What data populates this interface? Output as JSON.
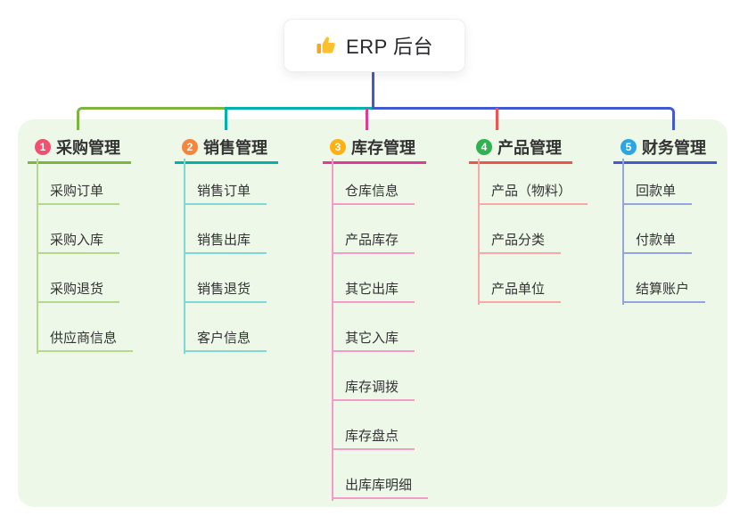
{
  "root": {
    "label": "ERP 后台",
    "icon": "thumbs-up-icon",
    "connector_color": "#4459d0"
  },
  "panel": {
    "background": "#edf8e9"
  },
  "branches": [
    {
      "number": "1",
      "label": "采购管理",
      "color": "#7db53f",
      "light_color": "#b5d98c",
      "circle_color": "#f2506e",
      "children": [
        "采购订单",
        "采购入库",
        "采购退货",
        "供应商信息"
      ]
    },
    {
      "number": "2",
      "label": "销售管理",
      "color": "#00b2a9",
      "light_color": "#7fd9d2",
      "circle_color": "#f7863c",
      "children": [
        "销售订单",
        "销售出库",
        "销售退货",
        "客户信息"
      ]
    },
    {
      "number": "3",
      "label": "库存管理",
      "color": "#e23a97",
      "light_color": "#f49cc8",
      "circle_color": "#ffb112",
      "children": [
        "仓库信息",
        "产品库存",
        "其它出库",
        "其它入库",
        "库存调拨",
        "库存盘点",
        "出库库明细"
      ]
    },
    {
      "number": "4",
      "label": "产品管理",
      "color": "#f25350",
      "light_color": "#f9a8a6",
      "circle_color": "#2eb350",
      "children": [
        "产品（物料）",
        "产品分类",
        "产品单位"
      ]
    },
    {
      "number": "5",
      "label": "财务管理",
      "color": "#4459d0",
      "light_color": "#93a5de",
      "circle_color": "#2aa7e2",
      "children": [
        "回款单",
        "付款单",
        "结算账户"
      ]
    }
  ]
}
